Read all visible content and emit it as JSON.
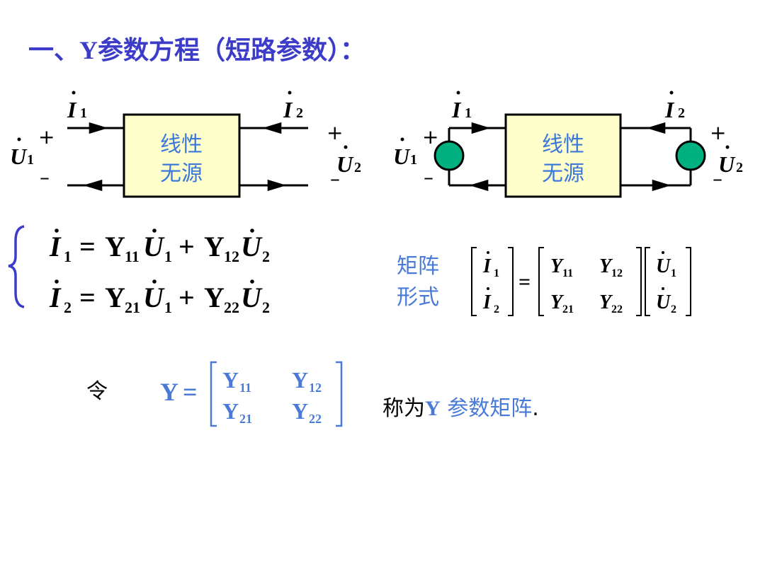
{
  "title": "一、Y参数方程（短路参数）：",
  "diagrams": [
    {
      "box_label_line1": "线性",
      "box_label_line2": "无源",
      "i1": "I",
      "i1_sub": "1",
      "i2": "I",
      "i2_sub": "2",
      "u1": "U",
      "u1_sub": "1",
      "u2": "U",
      "u2_sub": "2",
      "plus": "+",
      "minus": "–"
    },
    {
      "box_label_line1": "线性",
      "box_label_line2": "无源",
      "i1": "I",
      "i1_sub": "1",
      "i2": "I",
      "i2_sub": "2",
      "u1": "U",
      "u1_sub": "1",
      "u2": "U",
      "u2_sub": "2",
      "plus": "+",
      "minus": "–",
      "source_color": "#00b080"
    }
  ],
  "equations": {
    "line1": {
      "lhs": "I",
      "lhs_sub": "1",
      "eq": "=",
      "t1": "Y",
      "t1_sub": "11",
      "v1": "U",
      "v1_sub": "1",
      "op": "+",
      "t2": "Y",
      "t2_sub": "12",
      "v2": "U",
      "v2_sub": "2"
    },
    "line2": {
      "lhs": "I",
      "lhs_sub": "2",
      "eq": "=",
      "t1": "Y",
      "t1_sub": "21",
      "v1": "U",
      "v1_sub": "1",
      "op": "+",
      "t2": "Y",
      "t2_sub": "22",
      "v2": "U",
      "v2_sub": "2"
    }
  },
  "matrix_form": {
    "label_line1": "矩阵",
    "label_line2": "形式",
    "lhs": [
      {
        "sym": "I",
        "sub": "1"
      },
      {
        "sym": "I",
        "sub": "2"
      }
    ],
    "eq": "=",
    "coef": [
      {
        "sym": "Y",
        "sub": "11"
      },
      {
        "sym": "Y",
        "sub": "12"
      },
      {
        "sym": "Y",
        "sub": "21"
      },
      {
        "sym": "Y",
        "sub": "22"
      }
    ],
    "rhs": [
      {
        "sym": "U",
        "sub": "1"
      },
      {
        "sym": "U",
        "sub": "2"
      }
    ]
  },
  "definition": {
    "let": "令",
    "lhs": "Y",
    "eq": "=",
    "entries": [
      {
        "sym": "Y",
        "sub": "11"
      },
      {
        "sym": "Y",
        "sub": "12"
      },
      {
        "sym": "Y",
        "sub": "21"
      },
      {
        "sym": "Y",
        "sub": "22"
      }
    ],
    "called_prefix": "称为",
    "called_symbol": "Y",
    "called_suffix": " 参数矩阵",
    "called_end": "."
  },
  "colors": {
    "title": "#3c3cc8",
    "box_fill": "#ffffcc",
    "box_label": "#3c78dc",
    "matrix_accent": "#4a7ad8",
    "source_fill": "#00b080"
  }
}
